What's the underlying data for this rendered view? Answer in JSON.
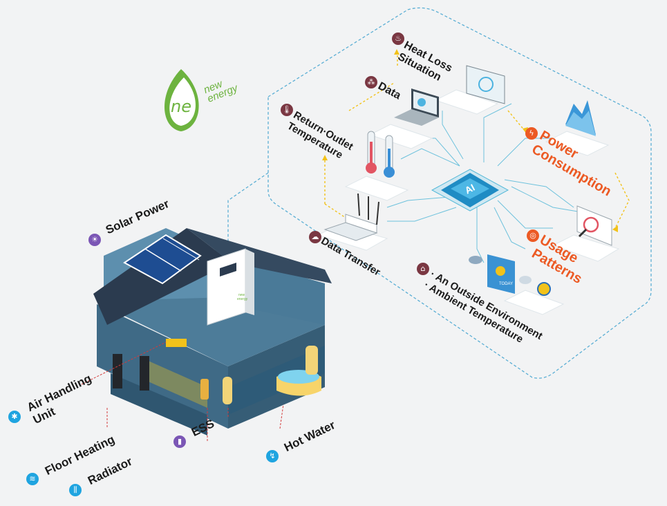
{
  "logo": {
    "line1": "new",
    "line2": "energy",
    "mark": "ne"
  },
  "house_labels": {
    "solar_power": "Solar Power",
    "air_handling_unit_line1": "Air Handling",
    "air_handling_unit_line2": "Unit",
    "floor_heating": "Floor Heating",
    "radiator": "Radiator",
    "ess": "ESS",
    "hot_water": "Hot Water"
  },
  "ai_panel": {
    "chip_label": "AI",
    "heat_loss_line1": "Heat Loss",
    "heat_loss_line2": "Situation",
    "data": "Data",
    "return_outlet_line1": "Return·Outlet",
    "return_outlet_line2": "Temperature",
    "data_transfer": "Data Transfer",
    "outside_line1": "· An Outside Environment",
    "outside_line2": "· Ambient Temperature",
    "power_line1": "Power",
    "power_line2": "Consumption",
    "usage_line1": "Usage",
    "usage_line2": "Patterns",
    "today_card": "TODAY"
  },
  "device_text": {
    "ess_unit_line1": "new",
    "ess_unit_line2": "energy"
  },
  "colors": {
    "accent_orange": "#ec5a24",
    "icon_blue": "#1fa4e0",
    "icon_purple": "#7b56b5",
    "icon_maroon": "#7a3742",
    "logo_green": "#6db33f",
    "dashed_border": "#5aaed4",
    "house_wall": "#3f6a86",
    "roof": "#2b3b4f"
  },
  "icons": [
    "sun-icon",
    "fan-icon",
    "floor-heat-icon",
    "radiator-icon",
    "battery-icon",
    "faucet-icon",
    "flame-icon",
    "network-icon",
    "thermometer-icon",
    "cloud-icon",
    "house-icon",
    "bolt-icon",
    "target-icon"
  ]
}
